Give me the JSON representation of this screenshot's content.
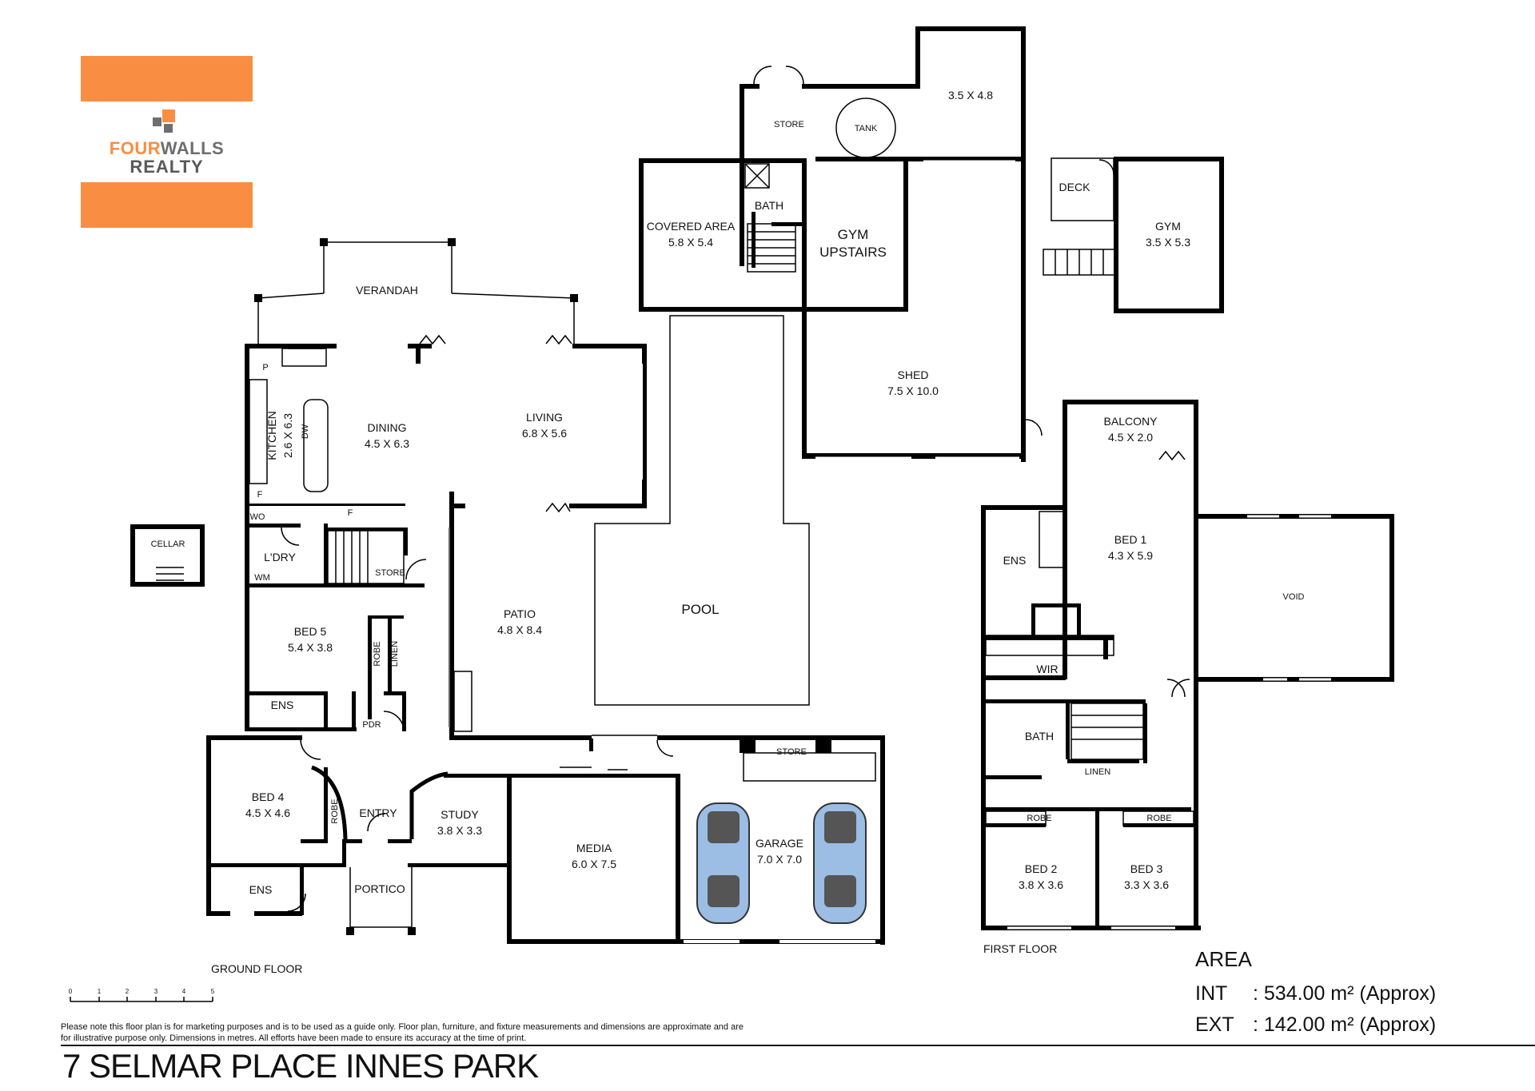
{
  "brand": {
    "name_part1": "FOUR",
    "name_part2": "WALLS",
    "name_line2": "REALTY",
    "accent_color": "#f98e43"
  },
  "floors": {
    "ground_label": "GROUND FLOOR",
    "first_label": "FIRST FLOOR"
  },
  "rooms": {
    "verandah": {
      "name": "VERANDAH"
    },
    "dining": {
      "name": "DINING",
      "size": "4.5 X 6.3"
    },
    "living": {
      "name": "LIVING",
      "size": "6.8 X 5.6"
    },
    "kitchen": {
      "name": "KITCHEN",
      "size": "2.6 X 6.3"
    },
    "kitchen_p": {
      "name": "P"
    },
    "kitchen_dw": {
      "name": "DW"
    },
    "kitchen_f": {
      "name": "F"
    },
    "wo": {
      "name": "WO"
    },
    "f2": {
      "name": "F"
    },
    "laundry": {
      "name": "L'DRY"
    },
    "wm": {
      "name": "WM"
    },
    "store_ground": {
      "name": "STORE"
    },
    "cellar": {
      "name": "CELLAR"
    },
    "bed5": {
      "name": "BED 5",
      "size": "5.4 X 3.8"
    },
    "robe_bed5": {
      "name": "ROBE"
    },
    "linen_ground": {
      "name": "LINEN"
    },
    "ens_bed5": {
      "name": "ENS"
    },
    "pdr": {
      "name": "PDR"
    },
    "patio": {
      "name": "PATIO",
      "size": "4.8 X 8.4"
    },
    "bed4": {
      "name": "BED 4",
      "size": "4.5 X 4.6"
    },
    "robe_bed4": {
      "name": "ROBE"
    },
    "entry": {
      "name": "ENTRY"
    },
    "study": {
      "name": "STUDY",
      "size": "3.8 X 3.3"
    },
    "ens_bed4": {
      "name": "ENS"
    },
    "portico": {
      "name": "PORTICO"
    },
    "media": {
      "name": "MEDIA",
      "size": "6.0 X 7.5"
    },
    "garage": {
      "name": "GARAGE",
      "size": "7.0 X 7.0"
    },
    "store_garage": {
      "name": "STORE"
    },
    "pool": {
      "name": "POOL"
    },
    "covered_area": {
      "name": "COVERED AREA",
      "size": "5.8 X 5.4"
    },
    "bath_shed": {
      "name": "BATH"
    },
    "gym_upstairs": {
      "name": "GYM",
      "size": "UPSTAIRS"
    },
    "store_shed": {
      "name": "STORE"
    },
    "tank": {
      "name": "TANK"
    },
    "room_35x48": {
      "name": "3.5 X 4.8"
    },
    "shed": {
      "name": "SHED",
      "size": "7.5 X 10.0"
    },
    "deck": {
      "name": "DECK"
    },
    "gym": {
      "name": "GYM",
      "size": "3.5 X 5.3"
    },
    "balcony": {
      "name": "BALCONY",
      "size": "4.5 X 2.0"
    },
    "bed1": {
      "name": "BED 1",
      "size": "4.3 X 5.9"
    },
    "ens_bed1": {
      "name": "ENS"
    },
    "void": {
      "name": "VOID"
    },
    "wir": {
      "name": "WIR"
    },
    "bath_first": {
      "name": "BATH"
    },
    "linen_first": {
      "name": "LINEN"
    },
    "robe_bed2": {
      "name": "ROBE"
    },
    "robe_bed3": {
      "name": "ROBE"
    },
    "bed2": {
      "name": "BED 2",
      "size": "3.8 X 3.6"
    },
    "bed3": {
      "name": "BED 3",
      "size": "3.3 X 3.6"
    }
  },
  "scale": {
    "ticks": [
      "0",
      "1",
      "2",
      "3",
      "4",
      "5"
    ]
  },
  "area": {
    "title": "AREA",
    "int_label": "INT",
    "int_value": ": 534.00 m² (Approx)",
    "ext_label": "EXT",
    "ext_value": ": 142.00 m² (Approx)"
  },
  "disclaimer": "Please note this floor plan is for marketing purposes and is to be used as a guide only. Floor plan, furniture, and fixture measurements and dimensions are approximate and are for illustrative purpose only. Dimensions in metres. All efforts have been made to ensure its accuracy at the time of print.",
  "address": "7 SELMAR PLACE INNES PARK"
}
